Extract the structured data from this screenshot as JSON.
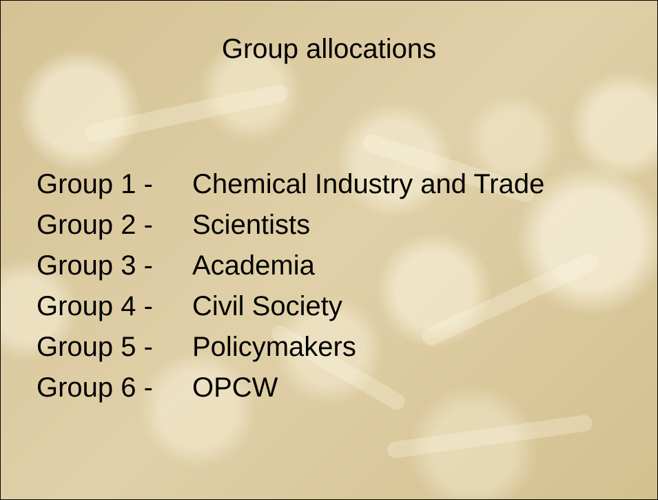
{
  "slide": {
    "title": "Group allocations",
    "groups": [
      {
        "number": "Group 1 -",
        "name": "Chemical Industry and Trade"
      },
      {
        "number": "Group 2 -",
        "name": "Scientists"
      },
      {
        "number": "Group 3 -",
        "name": "Academia"
      },
      {
        "number": "Group 4 -",
        "name": "Civil Society"
      },
      {
        "number": "Group 5 -",
        "name": "Policymakers"
      },
      {
        "number": "Group 6 -",
        "name": "OPCW"
      }
    ]
  },
  "colors": {
    "background": "#dac9a0",
    "text": "#000000",
    "border": "#000000"
  }
}
